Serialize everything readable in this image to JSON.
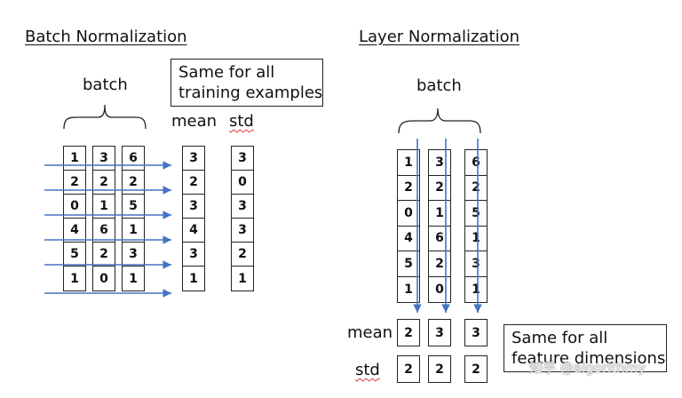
{
  "batch_norm": {
    "title": "Batch Normalization",
    "brace_label": "batch",
    "note": [
      "Same for all",
      "training examples"
    ],
    "mean_label": "mean",
    "std_label": "std",
    "matrix": [
      [
        "1",
        "2",
        "0",
        "4",
        "5",
        "1"
      ],
      [
        "3",
        "2",
        "1",
        "6",
        "2",
        "0"
      ],
      [
        "6",
        "2",
        "5",
        "1",
        "3",
        "1"
      ]
    ],
    "mean": [
      "3",
      "2",
      "3",
      "4",
      "3",
      "1"
    ],
    "std": [
      "3",
      "0",
      "3",
      "3",
      "2",
      "1"
    ]
  },
  "layer_norm": {
    "title": "Layer Normalization",
    "brace_label": "batch",
    "note": [
      "Same for all",
      "feature dimensions"
    ],
    "mean_label": "mean",
    "std_label": "std",
    "matrix": [
      [
        "1",
        "2",
        "0",
        "4",
        "5",
        "1"
      ],
      [
        "3",
        "2",
        "1",
        "6",
        "2",
        "0"
      ],
      [
        "6",
        "2",
        "5",
        "1",
        "3",
        "1"
      ]
    ],
    "mean": [
      "2",
      "3",
      "3"
    ],
    "std": [
      "2",
      "2",
      "2"
    ]
  },
  "watermark": "知乎 @algorithmy",
  "colors": {
    "arrow": "#4472c4",
    "border": "#222222"
  }
}
